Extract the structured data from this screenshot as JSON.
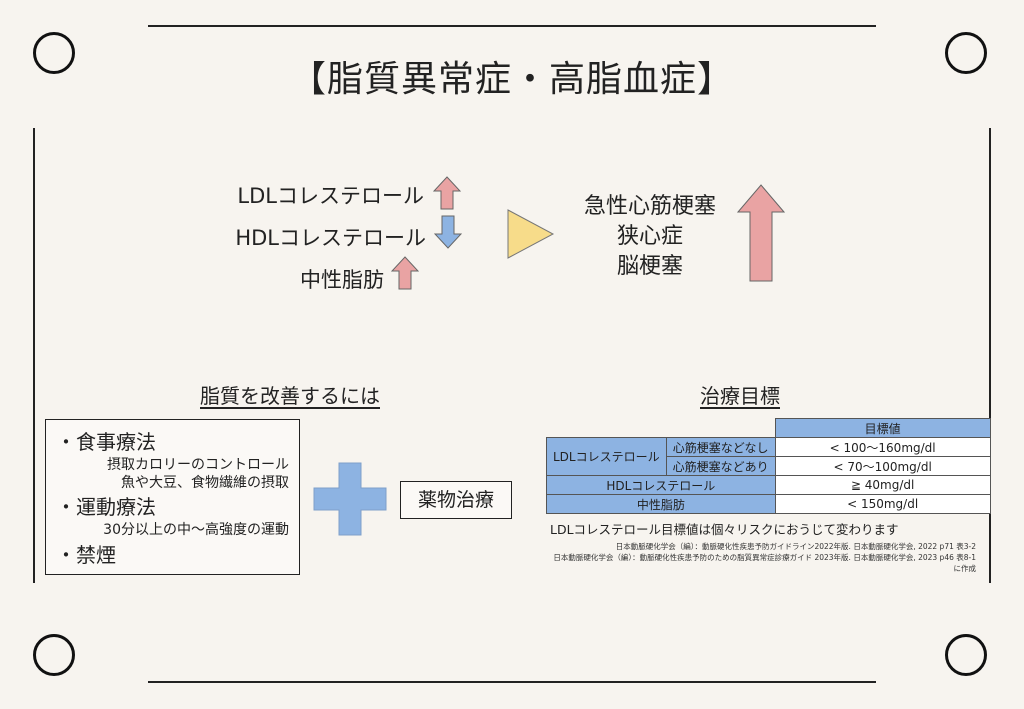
{
  "title": "【脂質異常症・高脂血症】",
  "lipids": [
    {
      "label": "LDLコレステロール",
      "direction": "up",
      "color": "#e9a3a3"
    },
    {
      "label": "HDLコレステロール",
      "direction": "down",
      "color": "#8db3e2"
    },
    {
      "label": "中性脂肪",
      "direction": "up",
      "color": "#e9a3a3"
    }
  ],
  "risks": [
    "急性心筋梗塞",
    "狭心症",
    "脳梗塞"
  ],
  "colors": {
    "up_arrow": "#e9a3a3",
    "down_arrow": "#8db3e2",
    "triangle": "#f7dc8a",
    "plus": "#8db3e2",
    "table_header": "#8db3e2"
  },
  "improve": {
    "heading": "脂質を改善するには",
    "items": [
      {
        "head": "・食事療法",
        "subs": [
          "摂取カロリーのコントロール",
          "魚や大豆、食物繊維の摂取"
        ]
      },
      {
        "head": "・運動療法",
        "subs": [
          "30分以上の中～高強度の運動"
        ]
      },
      {
        "head": "・禁煙",
        "subs": []
      }
    ],
    "drug": "薬物治療"
  },
  "targets": {
    "heading": "治療目標",
    "col_header": "目標値",
    "ldl_label": "LDLコレステロール",
    "ldl_rows": [
      {
        "condition": "心筋梗塞などなし",
        "value": "< 100～160mg/dl"
      },
      {
        "condition": "心筋梗塞などあり",
        "value": "< 70～100mg/dl"
      }
    ],
    "hdl": {
      "label": "HDLコレステロール",
      "value": "≧ 40mg/dl"
    },
    "tg": {
      "label": "中性脂肪",
      "value": "< 150mg/dl"
    },
    "note": "LDLコレステロール目標値は個々リスクにおうじて変わります",
    "refs": [
      "日本動脈硬化学会（編）：動脈硬化性疾患予防ガイドライン2022年版. 日本動脈硬化学会, 2022 p71 表3-2",
      "日本動脈硬化学会（編）：動脈硬化性疾患予防のための脂質異常症診療ガイド 2023年版. 日本動脈硬化学会, 2023 p46 表8-1",
      "に作成"
    ]
  }
}
